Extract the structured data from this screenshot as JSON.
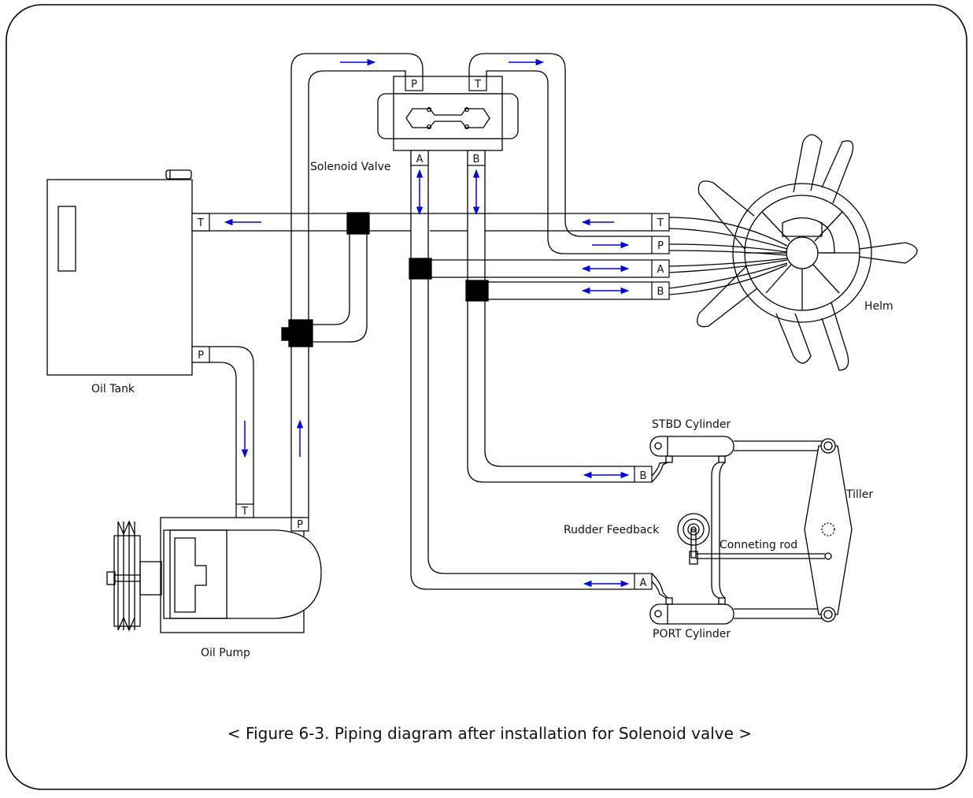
{
  "ports": {
    "T": "T",
    "P": "P",
    "A": "A",
    "B": "B"
  },
  "labels": {
    "solenoid_valve": "Solenoid Valve",
    "oil_tank": "Oil Tank",
    "oil_pump": "Oil Pump",
    "helm": "Helm",
    "stbd_cylinder": "STBD Cylinder",
    "port_cylinder": "PORT Cylinder",
    "tiller": "Tiller",
    "rudder_feedback": "Rudder Feedback",
    "conneting_rod": "Conneting rod"
  },
  "caption": "< Figure 6-3. Piping diagram after installation for Solenoid valve >",
  "colors": {
    "line": "#000000",
    "flow_arrow": "#0000ee"
  }
}
